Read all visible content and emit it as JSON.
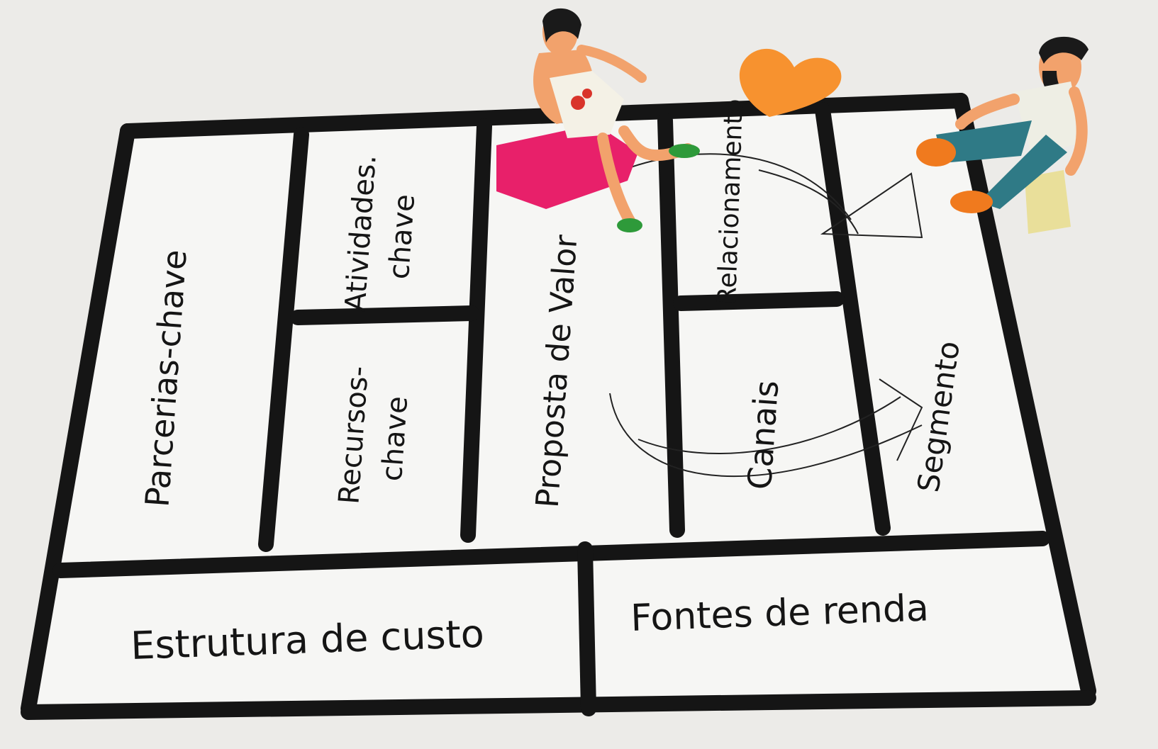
{
  "canvas": {
    "blocks": {
      "key_partners": "Parcerias-chave",
      "key_activities_line1": "Atividades.",
      "key_activities_line2": "chave",
      "key_resources_line1": "Recursos-",
      "key_resources_line2": "chave",
      "value_proposition": "Proposta de Valor",
      "customer_relationships": "Relacionamento",
      "channels": "Canais",
      "customer_segments": "Segmento",
      "cost_structure": "Estrutura de custo",
      "revenue_streams": "Fontes de renda"
    }
  },
  "colors": {
    "paper": "#f6f6f4",
    "background": "#ecebe8",
    "marker": "#151515",
    "heart": "#f7922f",
    "cushion": "#e8206a",
    "clay_skin": "#f2a26c",
    "trousers": "#2f7a86",
    "shoes_green": "#2e9a3a",
    "shoes_orange": "#f07a1e",
    "box": "#e9df9a"
  },
  "icons": [
    "heart-icon",
    "clay-figure-woman",
    "clay-figure-man"
  ]
}
